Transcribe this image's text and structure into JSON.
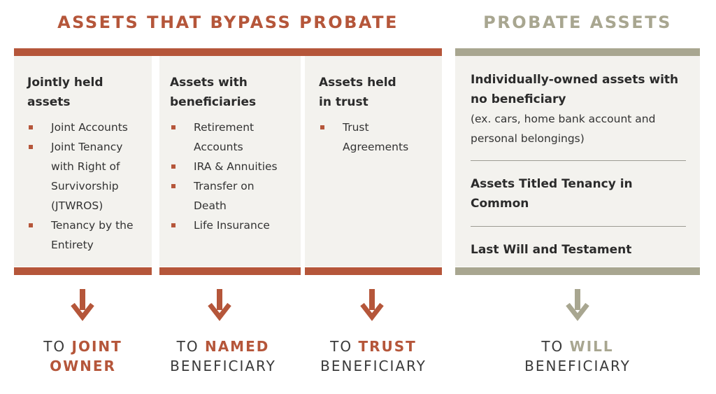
{
  "headings": {
    "bypass": "ASSETS THAT BYPASS PROBATE",
    "probate": "PROBATE ASSETS"
  },
  "colors": {
    "rust": "#b5563a",
    "olive": "#a8a690",
    "panel_bg": "#f3f2ee"
  },
  "columns": [
    {
      "title_line1": "Jointly held",
      "title_line2": "assets",
      "items": [
        {
          "line1": "Joint Accounts"
        },
        {
          "line1": "Joint Tenancy",
          "line2": "with Right of",
          "line3": "Survivorship",
          "line4": "(JTWROS)"
        },
        {
          "line1": "Tenancy by the",
          "line2": "Entirety"
        }
      ],
      "dest_prefix": "TO ",
      "dest_accent": "JOINT",
      "dest_line2": "OWNER",
      "dest_line2_accent": true
    },
    {
      "title_line1": "Assets with",
      "title_line2": "beneficiaries",
      "items": [
        {
          "line1": "Retirement",
          "line2": "Accounts"
        },
        {
          "line1": "IRA & Annuities"
        },
        {
          "line1": "Transfer on",
          "line2": "Death"
        },
        {
          "line1": "Life Insurance"
        }
      ],
      "dest_prefix": "TO ",
      "dest_accent": "NAMED",
      "dest_line2": "BENEFICIARY"
    },
    {
      "title_line1": "Assets held",
      "title_line2": "in trust",
      "items": [
        {
          "line1": "Trust",
          "line2": "Agreements"
        }
      ],
      "dest_prefix": "TO ",
      "dest_accent": "TRUST",
      "dest_line2": "BENEFICIARY"
    }
  ],
  "probate_column": {
    "title_line1": "Individually-owned assets with",
    "title_line2": "no beneficiary",
    "subtitle_line1": "(ex. cars, home bank account and",
    "subtitle_line2": "personal belongings)",
    "item2": "Assets Titled Tenancy in Common",
    "item3": "Last Will and Testament",
    "dest_prefix": "TO ",
    "dest_accent": "WILL",
    "dest_line2": "BENEFICIARY"
  },
  "icons": {
    "arrow": "arrow-down-icon",
    "bullet": "square-bullet-icon"
  }
}
